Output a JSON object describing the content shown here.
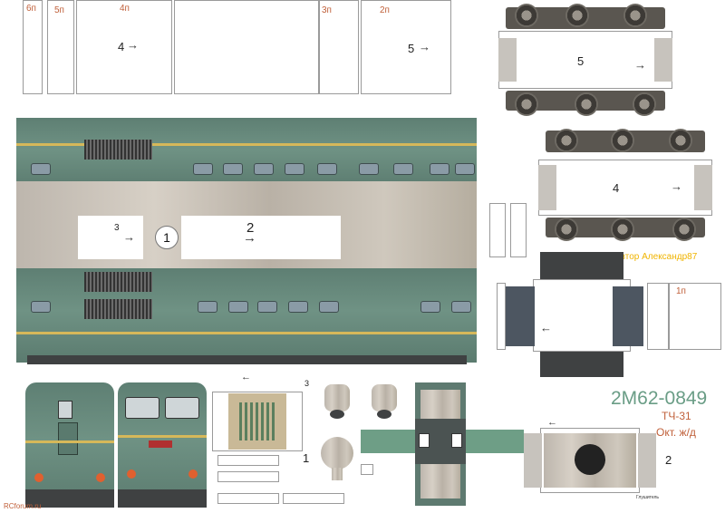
{
  "labels": {
    "tab_6p": "6п",
    "tab_5p": "5п",
    "tab_4p": "4п",
    "tab_3p": "3п",
    "tab_2p": "2п",
    "tab_1p": "1п",
    "num_4_top": "4",
    "num_5_top": "5",
    "num_5_bogie": "5",
    "num_4_bogie": "4",
    "num_3_body": "3",
    "num_1_circle": "1",
    "num_2_body": "2",
    "num_3_small": "3",
    "num_1_small": "1",
    "num_2_small": "2",
    "arrow": "→",
    "arrow_left": "←"
  },
  "branding": {
    "author": "Автор Александр87",
    "model": "2М62-0849",
    "depot": "ТЧ-31",
    "railway": "Окт. ж/д",
    "site": "RCforum.ru",
    "tiny_note": "Глушитель"
  },
  "colors": {
    "body_green": "#6f9284",
    "stripe_yellow": "#d6b85a",
    "label_orange": "#c0603a",
    "author_yellow": "#f0b400",
    "model_green": "#6a9d86"
  }
}
